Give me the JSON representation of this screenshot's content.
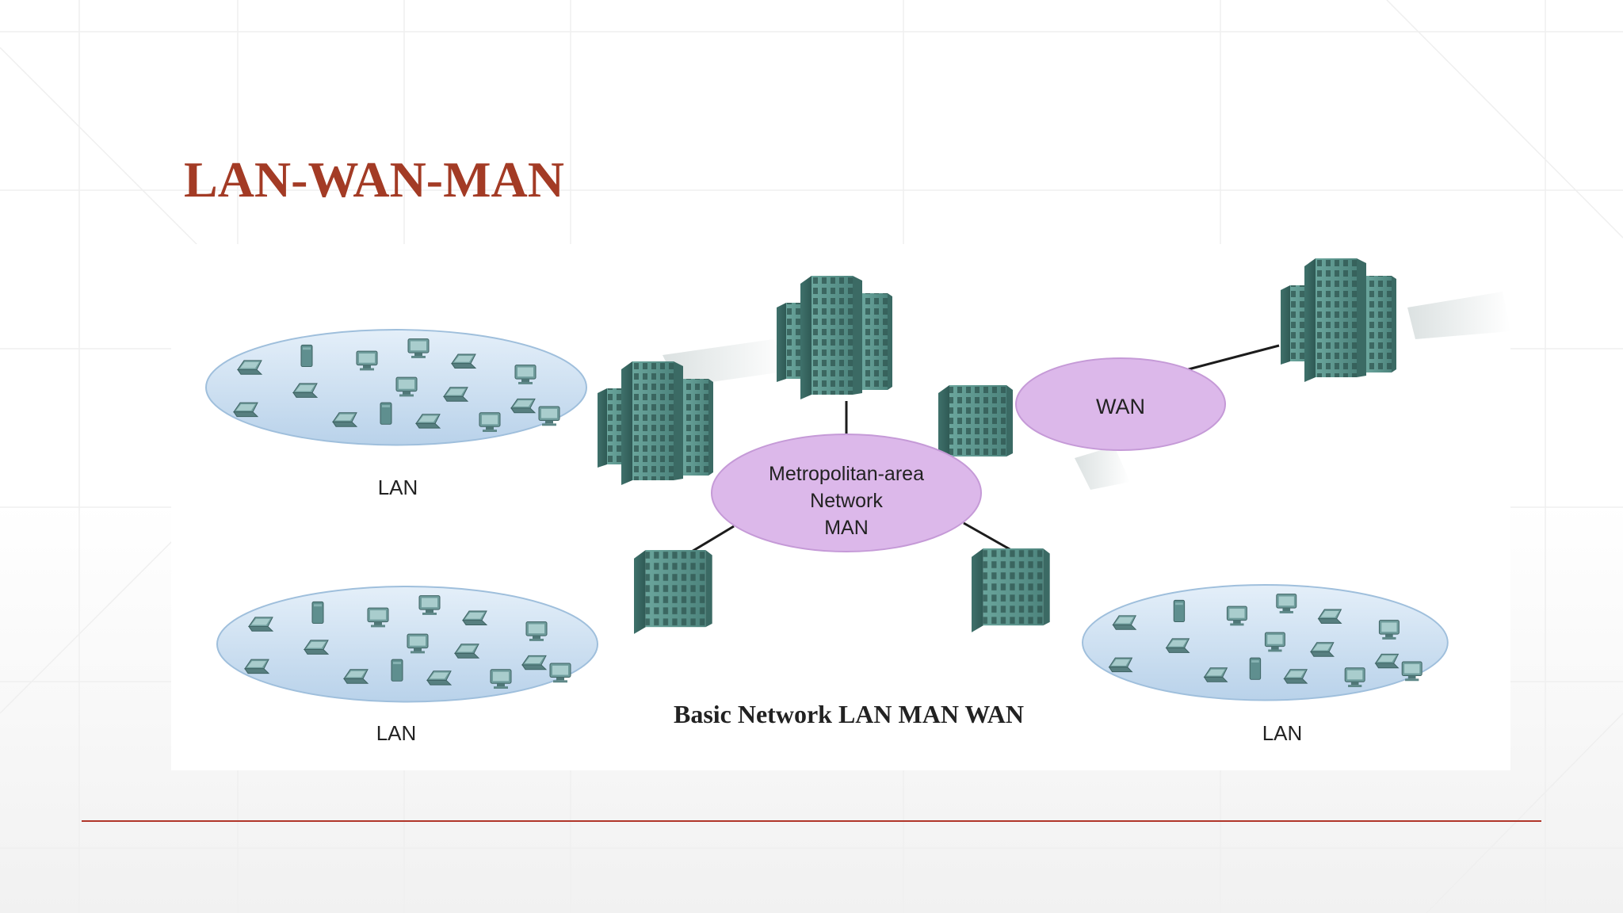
{
  "slide": {
    "title": "LAN-WAN-MAN",
    "accent_color": "#a33b25"
  },
  "diagram": {
    "lan_label": "LAN",
    "wan_label": "WAN",
    "man_label_lines": [
      "Metropolitan-area",
      "Network",
      "MAN"
    ],
    "caption": "Basic Network LAN MAN WAN",
    "colors": {
      "lan_fill": "#cfe1f2",
      "node_fill": "#dcb8ea",
      "building": "#5f9a92",
      "device": "#6c9a9a"
    }
  }
}
